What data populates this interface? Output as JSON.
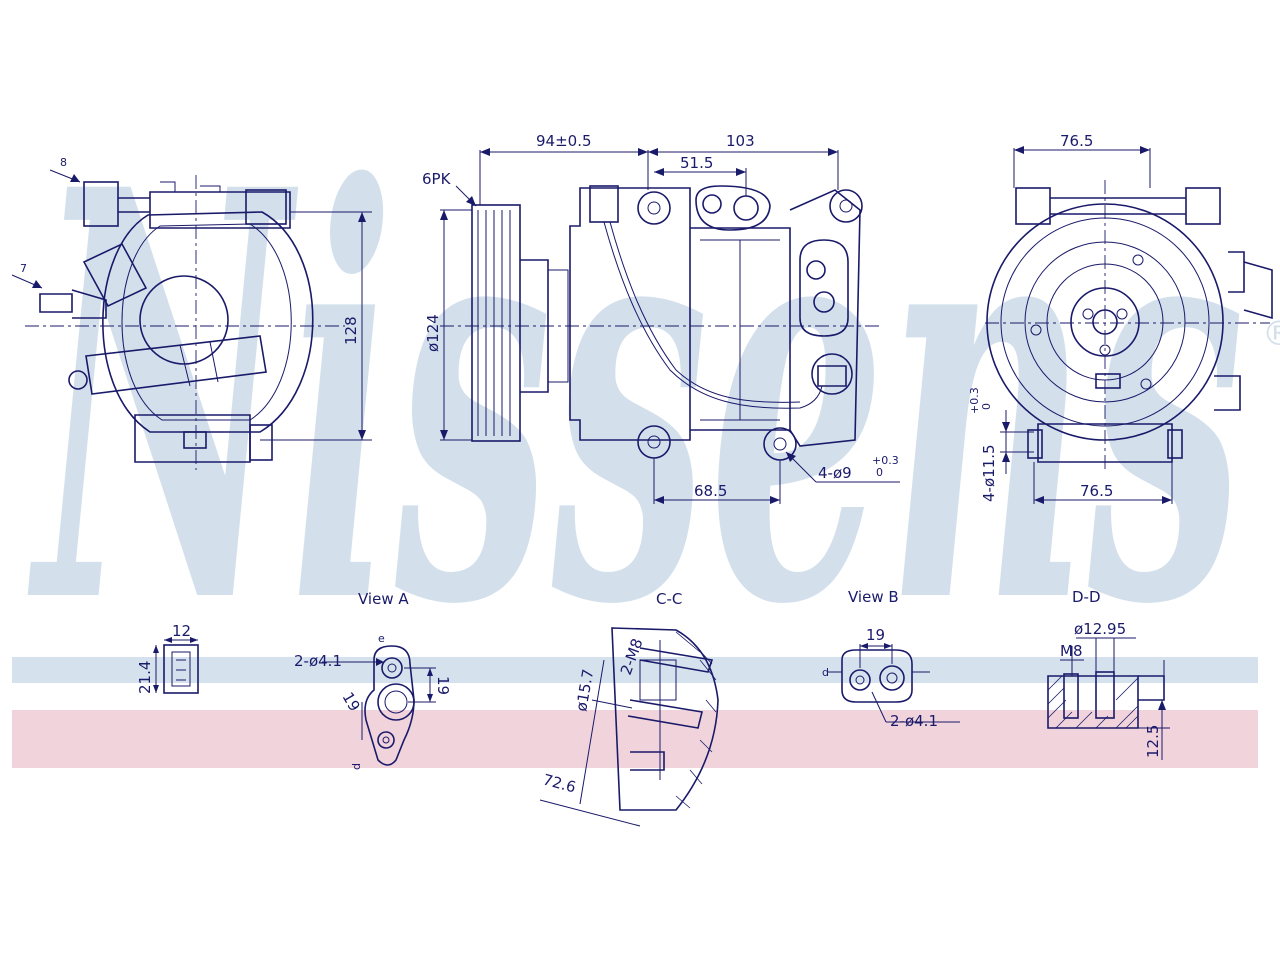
{
  "watermark": {
    "brand": "Nissens",
    "registered": "®",
    "brand_color": "#d3e0ec",
    "stripe_blue": "#d5e2ee",
    "stripe_pink": "#f1d3dc",
    "ink_color": "#1a1a6a"
  },
  "views": {
    "view_a": "View  A",
    "section_c": "C-C",
    "view_b": "View  B",
    "section_d": "D-D"
  },
  "dimensions": {
    "front_height": "128",
    "front_mark_8": "8",
    "front_mark_7": "7",
    "pulley_type": "6PK",
    "pulley_dia": "ø124",
    "overall_94": "94±0.5",
    "overall_103": "103",
    "ports_51_5": "51.5",
    "mount_68_5": "68.5",
    "mount_holes": "4-ø9",
    "mount_tol_hi": "+0.3",
    "mount_tol_lo": "0",
    "rear_width_top": "76.5",
    "rear_width_bot": "76.5",
    "rear_holes": "4-ø11.5",
    "rear_tol_hi": "+0.3",
    "rear_tol_lo": "0",
    "conn_width": "12",
    "conn_height": "21.4",
    "va_holes": "2-ø4.1",
    "va_e": "e",
    "va_19a": "19",
    "va_19b": "19",
    "va_d": "d",
    "cc_thread": "2-M8",
    "cc_dia": "ø15.7",
    "cc_len": "72.6",
    "vb_19": "19",
    "vb_d": "d",
    "vb_holes": "2-ø4.1",
    "dd_dia": "ø12.95",
    "dd_thread": "M8",
    "dd_depth": "12.5"
  }
}
